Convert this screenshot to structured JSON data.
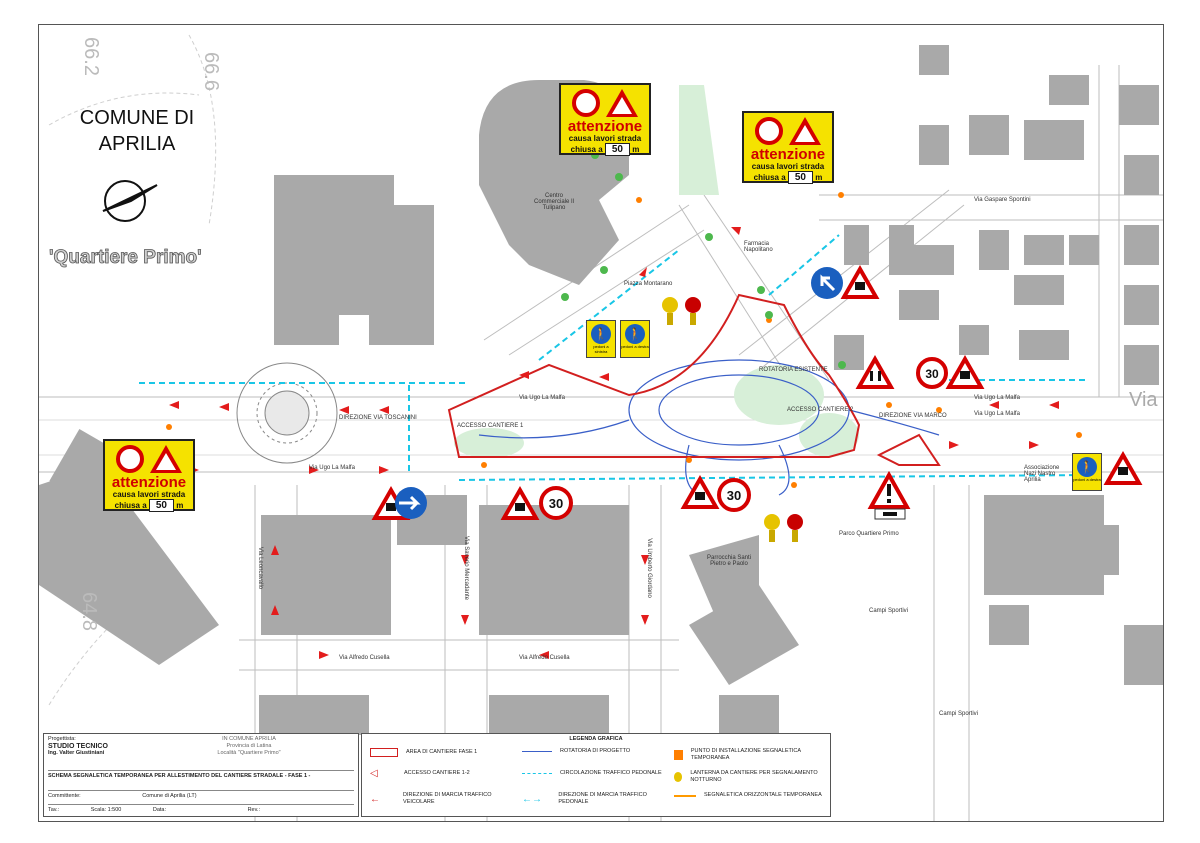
{
  "header": {
    "municipality": "COMUNE DI\nAPRILIA",
    "municipality_line1": "COMUNE DI",
    "municipality_line2": "APRILIA",
    "district": "'Quartiere Primo'"
  },
  "elevations": [
    "66.2",
    "66.6",
    "64.8"
  ],
  "via_partial": "Via",
  "signs": {
    "attenzione": {
      "title": "attenzione",
      "line1": "causa lavori strada",
      "line2": "chiusa a",
      "distance": "50",
      "unit": "m"
    },
    "speed_limit": "30",
    "pedestrian_left": "pedoni a sinistra",
    "pedestrian_right": "pedoni a destra"
  },
  "map_labels": {
    "via_toscano": "DIREZIONE VIA TOSCANINI",
    "accesso_1": "ACCESSO CANTIERE 1",
    "accesso_2": "ACCESSO CANTIERE 2",
    "via_marco": "DIREZIONE VIA MARCO",
    "via_ugo_la_malfa_1": "Via Ugo La Malfa",
    "via_ugo_la_malfa_2": "Via Ugo La Malfa",
    "via_ugo_la_malfa_3": "Via Ugo La Malfa",
    "via_ugo_la_malfa_4": "Via Ugo La Malfa",
    "centro_commerciale": "Centro Commerciale Il Tulipano",
    "piazza": "Piazza Montarano",
    "farmacia": "Farmacia Napolitano",
    "rotatoria": "ROTATORIA ESISTENTE",
    "parrocchia": "Parrocchia Santi Pietro e Paolo",
    "parco": "Parco Quartiere Primo",
    "campi_sportivi_1": "Campi Sportivi",
    "campi_sportivi_2": "Campi Sportivi",
    "associazione": "Associazione Nazi Nastro Aprilia",
    "via_gaspare": "Via Gaspare Spontini",
    "via_alfredo_cusella_1": "Via Alfredo Cusella",
    "via_alfredo_cusella_2": "Via Alfredo Cusella",
    "via_leoncavallo": "Via Leoncavallo",
    "via_saverio": "Via Saverio Mercadante",
    "via_umberto": "Via Umberto Giordano"
  },
  "title_block": {
    "owner_label": "Progettista:",
    "studio": "STUDIO TECNICO",
    "engineer": "Ing. Valter Giustiniani",
    "client_line1": "IN COMUNE APRILIA",
    "client_line2": "Provincia di Latina",
    "client_line3": "Località \"Quartiere Primo\"",
    "description": "SCHEMA SEGNALETICA TEMPORANEA PER ALLESTIMENTO DEL CANTIERE STRADALE",
    "phase": "- FASE 1 -",
    "committente_label": "Committente:",
    "committente_value": "Comune di Aprilia (LT)",
    "tavola_label": "Tav.:",
    "scale_label": "Scala:",
    "scale_value": "1:500",
    "date_label": "Data:",
    "rev_label": "Rev.:"
  },
  "legend": {
    "title": "LEGENDA GRAFICA",
    "items": [
      {
        "label": "AREA DI CANTIERE FASE 1"
      },
      {
        "label": "ACCESSO CANTIERE 1-2"
      },
      {
        "label": "DIREZIONE DI MARCIA TRAFFICO VEICOLARE"
      },
      {
        "label": "ROTATORIA DI PROGETTO"
      },
      {
        "label": "CIRCOLAZIONE TRAFFICO PEDONALE"
      },
      {
        "label": "DIREZIONE DI MARCIA TRAFFICO PEDONALE"
      },
      {
        "label": "PUNTO DI INSTALLAZIONE SEGNALETICA TEMPORANEA"
      },
      {
        "label": "LANTERNA DA CANTIERE PER SEGNALAMENTO NOTTURNO"
      },
      {
        "label": "SEGNALETICA ORIZZONTALE TEMPORANEA"
      }
    ]
  },
  "colors": {
    "buildings": "#a9a9a9",
    "worksite": "#d21f1f",
    "pedestrian": "#19c6e6",
    "rotatoria": "#3a5fc8",
    "sign_yellow": "#f5e200",
    "sign_blue": "#1a5fbf"
  }
}
